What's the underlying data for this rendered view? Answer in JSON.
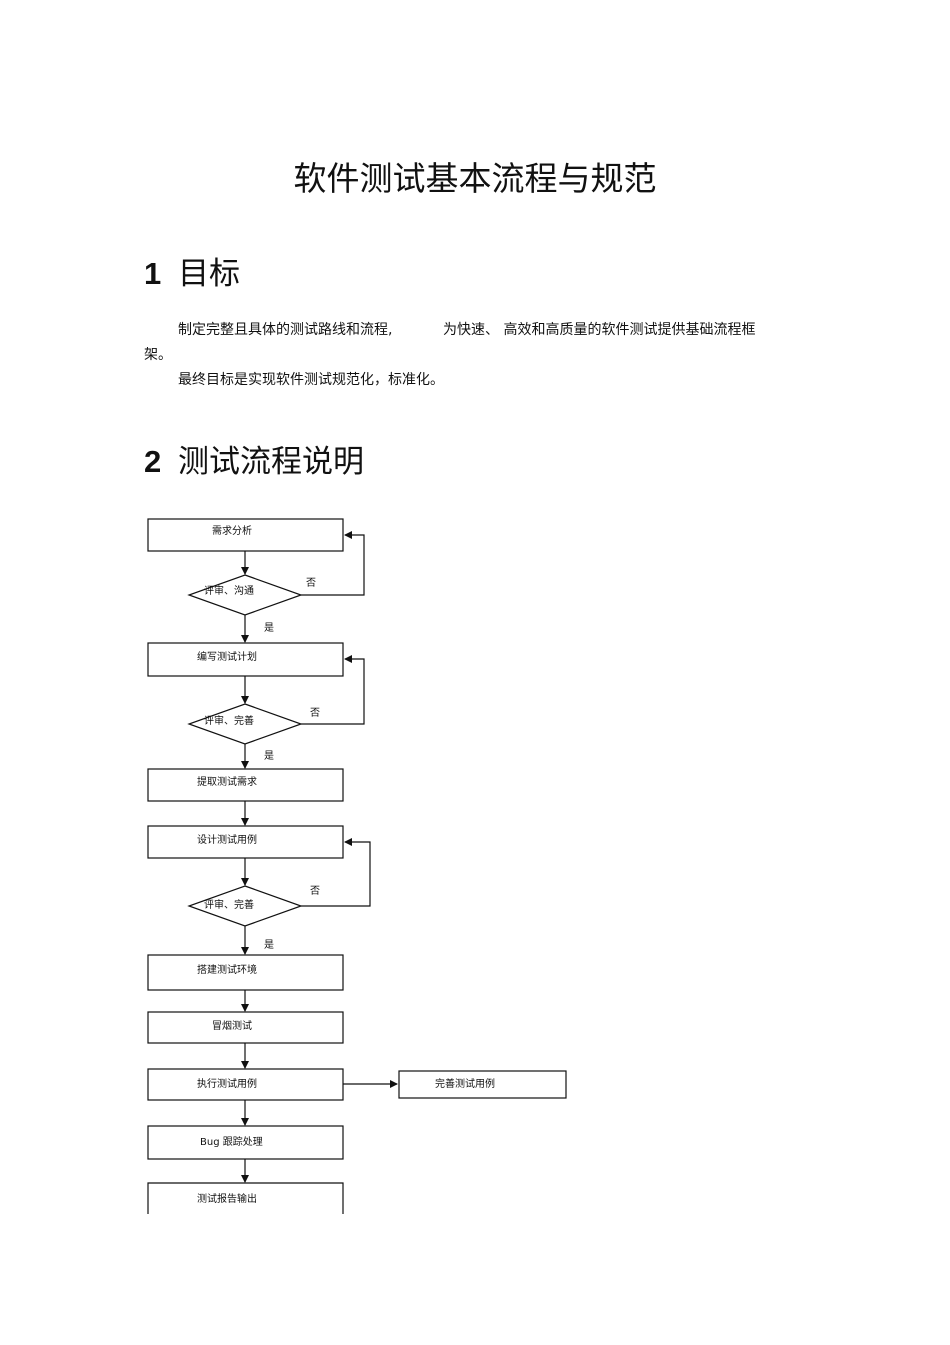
{
  "document": {
    "title": "软件测试基本流程与规范",
    "sections": [
      {
        "number": "1",
        "heading": "目标",
        "paragraphs": [
          "制定完整且具体的测试路线和流程,",
          "为快速、 高效和高质量的软件测试提供基础流程框",
          "架。",
          "最终目标是实现软件测试规范化，标准化。"
        ]
      },
      {
        "number": "2",
        "heading": "测试流程说明"
      }
    ]
  },
  "flowchart": {
    "steps": [
      "需求分析",
      "编写测试计划",
      "提取测试需求",
      "设计测试用例",
      "搭建测试环境",
      "冒烟测试",
      "执行测试用例",
      "Bug  跟踪处理",
      "测试报告输出"
    ],
    "decisions": [
      "评审、沟通",
      "评审、完善",
      "评审、完善"
    ],
    "yes_label": "是",
    "no_label": "否",
    "side_step": "完善测试用例",
    "line_color": "#111111"
  }
}
